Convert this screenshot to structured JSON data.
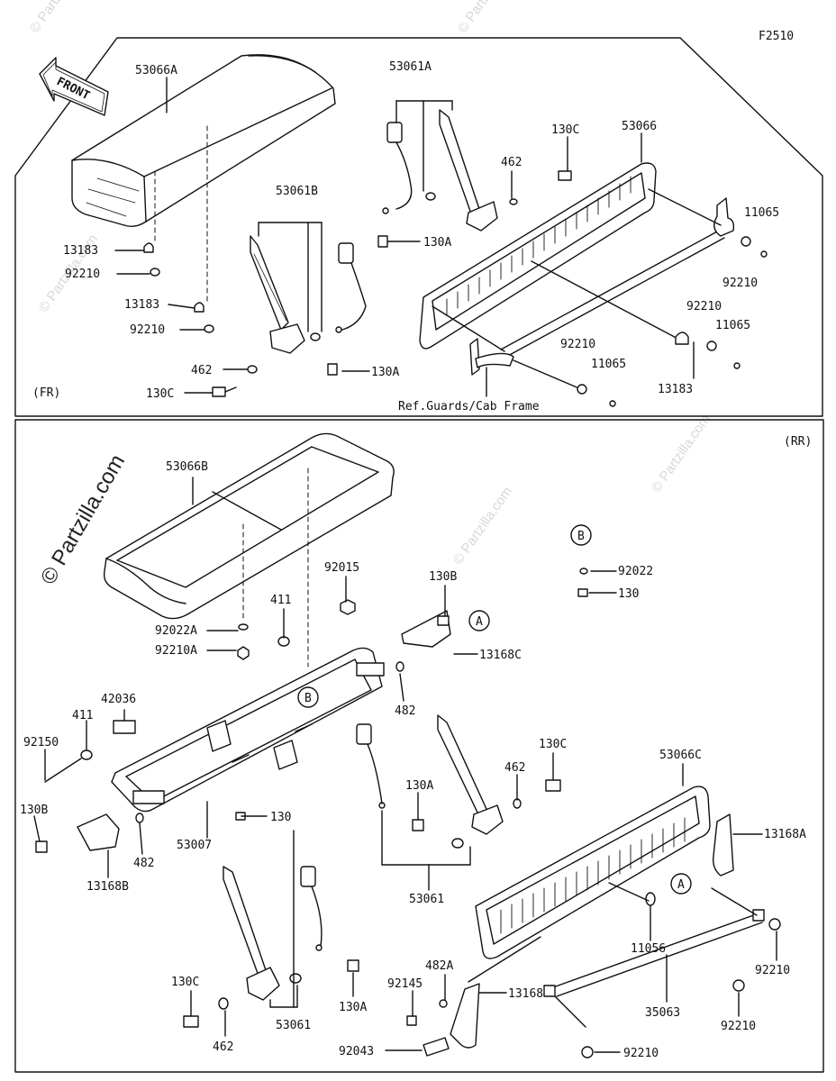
{
  "figure_code": "F2510",
  "front_label": "FRONT",
  "watermark": "© Partzilla.com",
  "fr": {
    "section_label": "(FR)",
    "ref_note": "Ref.Guards/Cab Frame",
    "parts": {
      "p53066A": "53066A",
      "p53061A": "53061A",
      "p53061B": "53061B",
      "p53066": "53066",
      "p130C_top": "130C",
      "p462_top": "462",
      "p130A_top": "130A",
      "p11065_a": "11065",
      "p92210_a": "92210",
      "p92210_b": "92210",
      "p11065_b": "11065",
      "p13183_a": "13183",
      "p92210_c": "92210",
      "p13183_b": "13183",
      "p92210_d": "92210",
      "p462_low": "462",
      "p130C_low": "130C",
      "p130A_low": "130A",
      "p92210_e": "92210",
      "p11065_c": "11065",
      "p13183_c": "13183"
    }
  },
  "rr": {
    "section_label": "(RR)",
    "callout_a": "A",
    "callout_b": "B",
    "parts": {
      "p53066B": "53066B",
      "p92015": "92015",
      "p130B_a": "130B",
      "p411_a": "411",
      "p92022A": "92022A",
      "p92210A": "92210A",
      "p13168C": "13168C",
      "p482_a": "482",
      "p92022": "92022",
      "p130_r": "130",
      "p42036": "42036",
      "p411_b": "411",
      "p92150": "92150",
      "p130B_b": "130B",
      "p482_b": "482",
      "p13168B": "13168B",
      "p53007": "53007",
      "p130_c": "130",
      "p130A_a": "130A",
      "p53061_a": "53061",
      "p130C_a": "130C",
      "p462_a": "462",
      "p53066C": "53066C",
      "p13168A": "13168A",
      "p11056": "11056",
      "p92210_a": "92210",
      "p35063": "35063",
      "p92210_b": "92210",
      "p92210_c": "92210",
      "p13168": "13168",
      "p482A": "482A",
      "p92145": "92145",
      "p92043": "92043",
      "p130C_b": "130C",
      "p462_b": "462",
      "p53061_b": "53061",
      "p130A_b": "130A"
    }
  }
}
